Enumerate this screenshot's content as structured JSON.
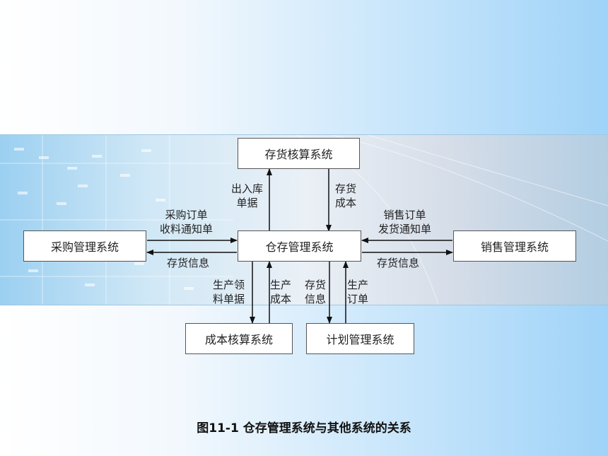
{
  "systems": {
    "inventory_accounting": "存货核算系统",
    "purchase": "采购管理系统",
    "warehouse": "仓存管理系统",
    "sales": "销售管理系统",
    "cost_accounting": "成本核算系统",
    "planning": "计划管理系统"
  },
  "flows": {
    "in_out_docs": [
      "出入库",
      "单据"
    ],
    "inventory_cost": [
      "存货",
      "成本"
    ],
    "purchase_order": [
      "采购订单",
      "收料通知单"
    ],
    "sales_order": [
      "销售订单",
      "发货通知单"
    ],
    "inventory_info_left": "存货信息",
    "inventory_info_right": "存货信息",
    "production_requisition": [
      "生产领",
      "料单据"
    ],
    "production_cost": [
      "生产",
      "成本"
    ],
    "inventory_info_bottom": [
      "存货",
      "信息"
    ],
    "production_order": [
      "生产",
      "订单"
    ]
  },
  "caption": "图11-1  仓存管理系统与其他系统的关系"
}
